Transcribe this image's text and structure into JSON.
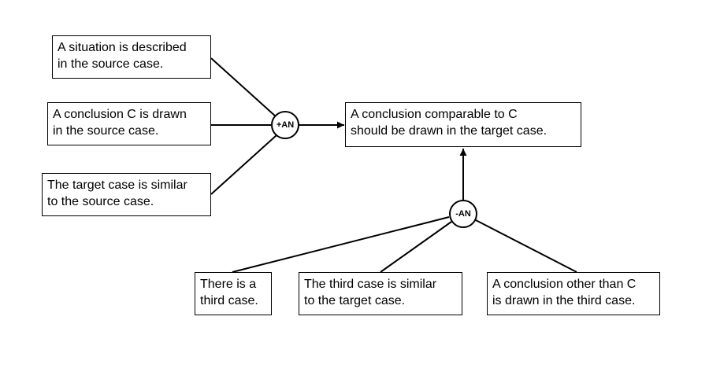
{
  "premises_support": [
    [
      "A situation is described",
      "in the source case."
    ],
    [
      "A conclusion C is drawn",
      "in the source case."
    ],
    [
      "The target case is similar",
      "to the source case."
    ]
  ],
  "conclusion": [
    "A conclusion comparable to C",
    "should be drawn in the target case."
  ],
  "premises_attack": [
    [
      "There is a",
      "third case."
    ],
    [
      "The third case is similar",
      "to the target case."
    ],
    [
      "A conclusion other than C",
      "is drawn in the third case."
    ]
  ],
  "nodes": {
    "support": "+AN",
    "attack": "-AN"
  }
}
